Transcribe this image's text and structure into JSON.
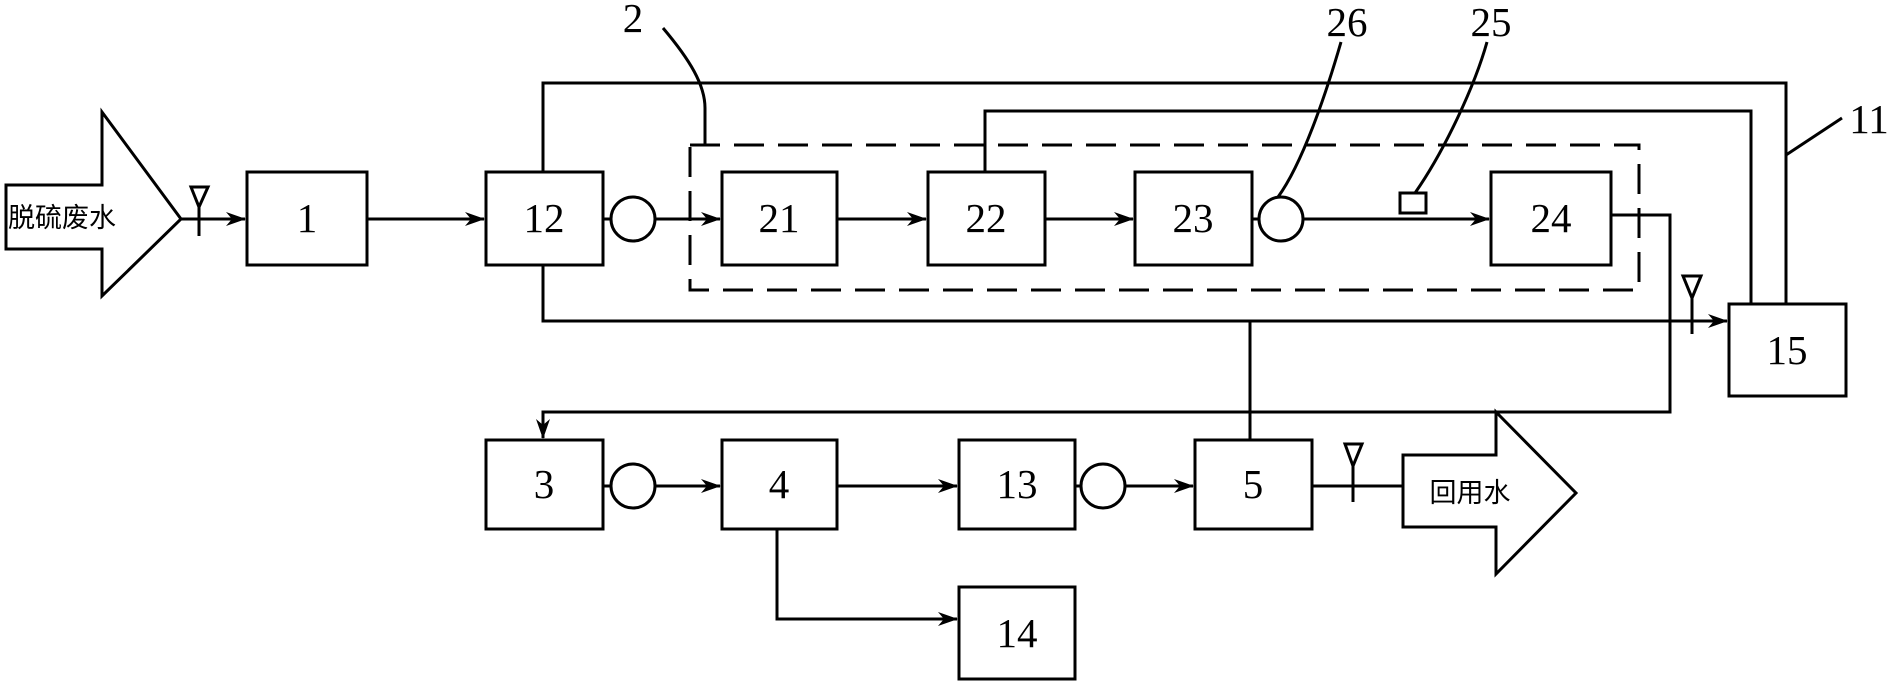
{
  "input": {
    "label": "脱硫废水"
  },
  "output": {
    "label": "回用水"
  },
  "units": {
    "u1": "1",
    "u12": "12",
    "u21": "21",
    "u22": "22",
    "u23": "23",
    "u24": "24",
    "u15": "15",
    "u3": "3",
    "u4": "4",
    "u13": "13",
    "u5": "5",
    "u14": "14"
  },
  "callouts": {
    "c2": "2",
    "c26": "26",
    "c25": "25",
    "c11": "11"
  }
}
